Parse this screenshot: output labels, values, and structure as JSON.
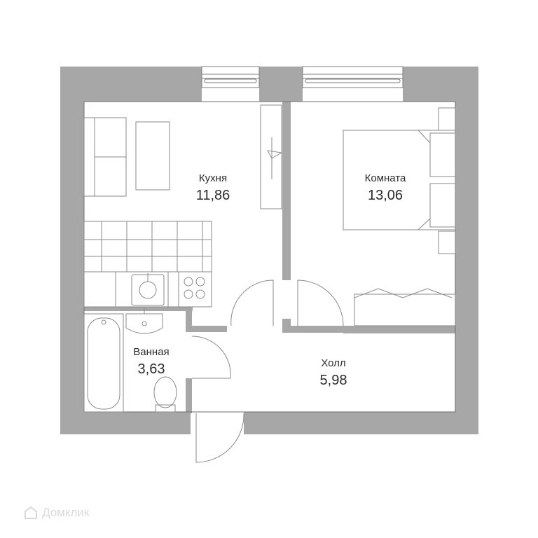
{
  "rooms": {
    "kitchen": {
      "name": "Кухня",
      "area": "11,86"
    },
    "room": {
      "name": "Комната",
      "area": "13,06"
    },
    "bathroom": {
      "name": "Ванная",
      "area": "3,63"
    },
    "hall": {
      "name": "Холл",
      "area": "5,98"
    }
  },
  "watermark": {
    "text": "Домклик"
  },
  "colors": {
    "wall": "#a7a7a7",
    "line": "#8a8a8a",
    "text": "#2b2b2b",
    "background": "#ffffff"
  }
}
